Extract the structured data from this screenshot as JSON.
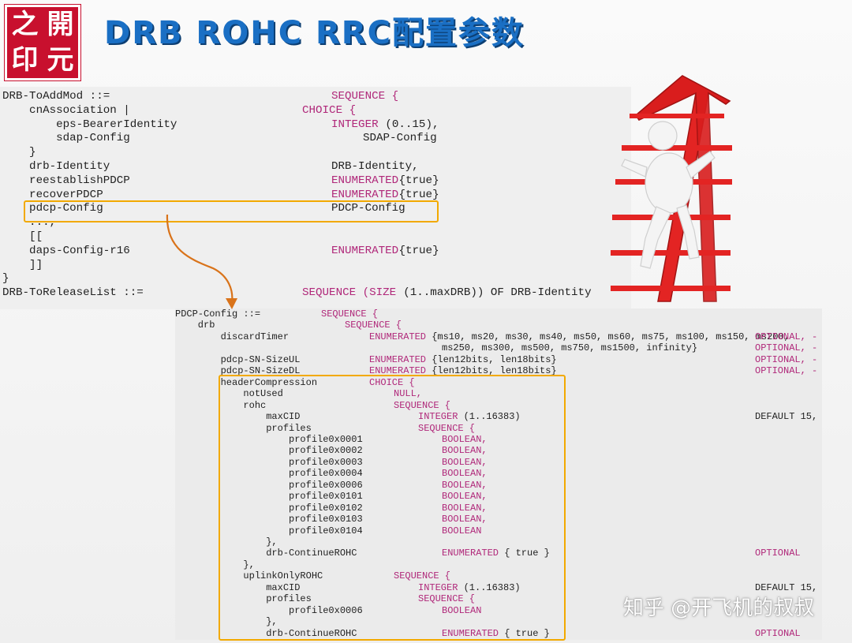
{
  "logo": {
    "chars": [
      "之",
      "開",
      "印",
      "元"
    ]
  },
  "title": "DRB ROHC RRC配置参数",
  "watermark": "知乎 @开飞机的叔叔",
  "colors": {
    "keyword": "#b0287a",
    "highlight_box": "#f2a900",
    "arrow": "#d9731a",
    "title": "#1a6fc4",
    "logo": "#c8102e"
  },
  "panel1": {
    "lines": [
      [
        "DRB-ToAddMod ::=",
        "SEQUENCE {",
        ""
      ],
      [
        "    cnAssociation |",
        "CHOICE {",
        ""
      ],
      [
        "        eps-BearerIdentity",
        "INTEGER",
        " (0..15),"
      ],
      [
        "        sdap-Config",
        "",
        "SDAP-Config"
      ],
      [
        "    }",
        "",
        ""
      ],
      [
        "    drb-Identity",
        "",
        "DRB-Identity,"
      ],
      [
        "    reestablishPDCP",
        "ENUMERATED",
        "{true}"
      ],
      [
        "    recoverPDCP",
        "ENUMERATED",
        "{true}"
      ],
      [
        "    pdcp-Config",
        "",
        "PDCP-Config"
      ],
      [
        "    ...,",
        "",
        ""
      ],
      [
        "    [[",
        "",
        ""
      ],
      [
        "    daps-Config-r16",
        "ENUMERATED",
        "{true}"
      ],
      [
        "    ]]",
        "",
        ""
      ],
      [
        "}",
        "",
        ""
      ],
      [
        "DRB-ToReleaseList ::=",
        "SEQUENCE (SIZE",
        " (1..maxDRB)) OF DRB-Identity"
      ]
    ]
  },
  "panel2": {
    "lines": [
      [
        "PDCP-Config ::=",
        "SEQUENCE {",
        "",
        ""
      ],
      [
        "    drb",
        "SEQUENCE {",
        "",
        ""
      ],
      [
        "        discardTimer",
        "ENUMERATED",
        " {ms10, ms20, ms30, ms40, ms50, ms60, ms75, ms100, ms150, ms200,",
        "OPTIONAL, -"
      ],
      [
        "",
        "",
        "ms250, ms300, ms500, ms750, ms1500, infinity}",
        "OPTIONAL, -"
      ],
      [
        "        pdcp-SN-SizeUL",
        "ENUMERATED",
        " {len12bits, len18bits}",
        "OPTIONAL, -"
      ],
      [
        "        pdcp-SN-SizeDL",
        "ENUMERATED",
        " {len12bits, len18bits}",
        "OPTIONAL, -"
      ],
      [
        "        headerCompression",
        "CHOICE {",
        "",
        ""
      ],
      [
        "            notUsed",
        "NULL,",
        "",
        ""
      ],
      [
        "            rohc",
        "SEQUENCE {",
        "",
        ""
      ],
      [
        "                maxCID",
        "INTEGER",
        " (1..16383)",
        "DEFAULT 15,"
      ],
      [
        "                profiles",
        "SEQUENCE {",
        "",
        ""
      ],
      [
        "                    profile0x0001",
        "BOOLEAN,",
        "",
        ""
      ],
      [
        "                    profile0x0002",
        "BOOLEAN,",
        "",
        ""
      ],
      [
        "                    profile0x0003",
        "BOOLEAN,",
        "",
        ""
      ],
      [
        "                    profile0x0004",
        "BOOLEAN,",
        "",
        ""
      ],
      [
        "                    profile0x0006",
        "BOOLEAN,",
        "",
        ""
      ],
      [
        "                    profile0x0101",
        "BOOLEAN,",
        "",
        ""
      ],
      [
        "                    profile0x0102",
        "BOOLEAN,",
        "",
        ""
      ],
      [
        "                    profile0x0103",
        "BOOLEAN,",
        "",
        ""
      ],
      [
        "                    profile0x0104",
        "BOOLEAN",
        "",
        ""
      ],
      [
        "                },",
        "",
        "",
        ""
      ],
      [
        "                drb-ContinueROHC",
        "ENUMERATED",
        " { true }",
        "OPTIONAL"
      ],
      [
        "            },",
        "",
        "",
        ""
      ],
      [
        "            uplinkOnlyROHC",
        "SEQUENCE {",
        "",
        ""
      ],
      [
        "                maxCID",
        "INTEGER",
        " (1..16383)",
        "DEFAULT 15,"
      ],
      [
        "                profiles",
        "SEQUENCE {",
        "",
        ""
      ],
      [
        "                    profile0x0006",
        "BOOLEAN",
        "",
        ""
      ],
      [
        "                },",
        "",
        "",
        ""
      ],
      [
        "                drb-ContinueROHC",
        "ENUMERATED",
        " { true }",
        "OPTIONAL"
      ]
    ]
  }
}
